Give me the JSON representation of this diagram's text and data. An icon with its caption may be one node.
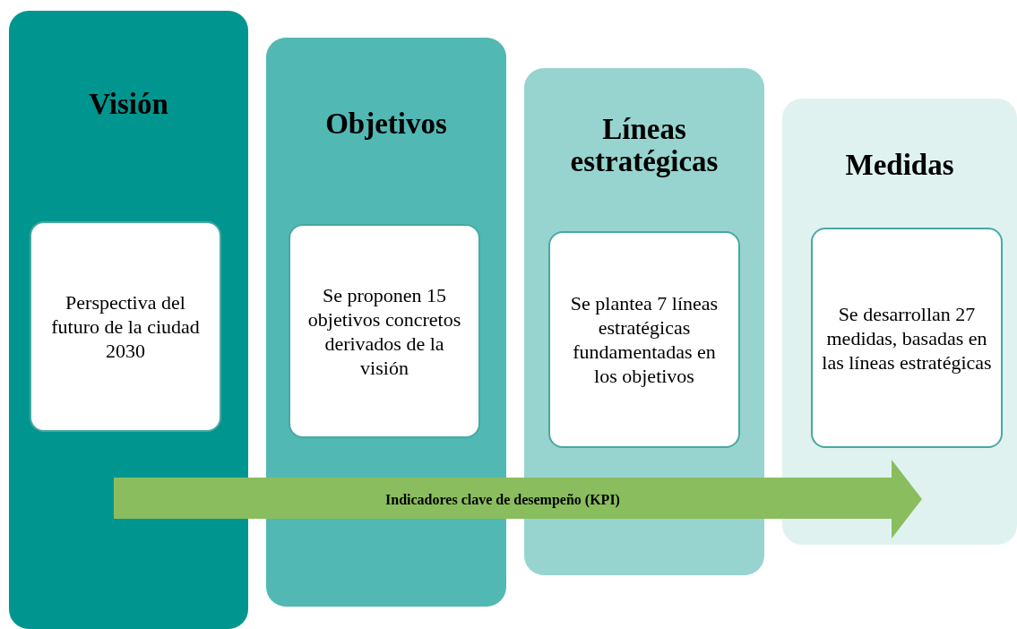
{
  "diagram": {
    "nodes": [
      {
        "text": [
          "Visión"
        ]
      },
      {
        "text": [
          "Perspectiva del futuro de la ciudad 2030"
        ],
        "in": 0
      },
      {
        "text": [
          "Objetivos"
        ]
      },
      {
        "text": [
          "Se proponen 15 objetivos concretos derivados de la visión"
        ],
        "in": 2
      },
      {
        "text": [
          "Líneas estratégicas"
        ]
      },
      {
        "text": [
          "Se plantea 7 líneas estratégicas fundamentadas en los objetivos"
        ],
        "in": 4
      },
      {
        "text": [
          "Medidas"
        ]
      },
      {
        "text": [
          "Se desarrollan 27 medidas, basadas en las líneas estratégicas"
        ],
        "in": 6
      },
      {
        "text": [
          "Indicadores clave de desempeño (KPI)"
        ]
      }
    ]
  }
}
